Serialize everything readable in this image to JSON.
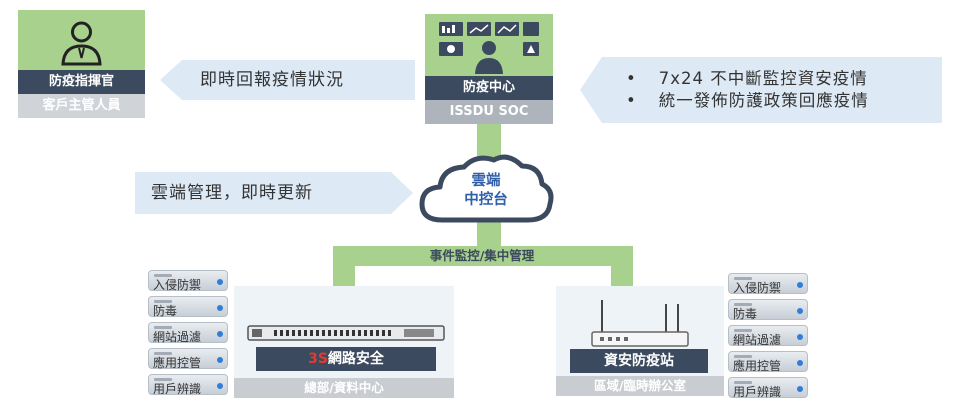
{
  "commander": {
    "title": "防疫指揮官",
    "subtitle": "客戶主管人員"
  },
  "soc": {
    "title": "防疫中心",
    "subtitle": "ISSDU SOC"
  },
  "report_banner": "即時回報疫情狀況",
  "soc_points": [
    "7x24 不中斷監控資安疫情",
    "統一發佈防護政策回應疫情"
  ],
  "cloud": {
    "line1": "雲端",
    "line2": "中控台",
    "banner": "雲端管理，即時更新"
  },
  "management_bar": "事件監控/集中管理",
  "hq": {
    "brand_red": "3S",
    "brand_rest": "網路安全",
    "location": "總部/資料中心"
  },
  "branch": {
    "name": "資安防疫站",
    "location": "區域/臨時辦公室"
  },
  "left_features": [
    "入侵防禦",
    "防毒",
    "網站過濾",
    "應用控管",
    "用戶辨識"
  ],
  "right_features": [
    "入侵防禦",
    "防毒",
    "網站過濾",
    "應用控管",
    "用戶辨識"
  ],
  "colors": {
    "green": "#a9d18e",
    "navy": "#3b4a5e",
    "banner": "#dde9f5",
    "accent_blue": "#2f7ed8",
    "red": "#e23b2e"
  }
}
